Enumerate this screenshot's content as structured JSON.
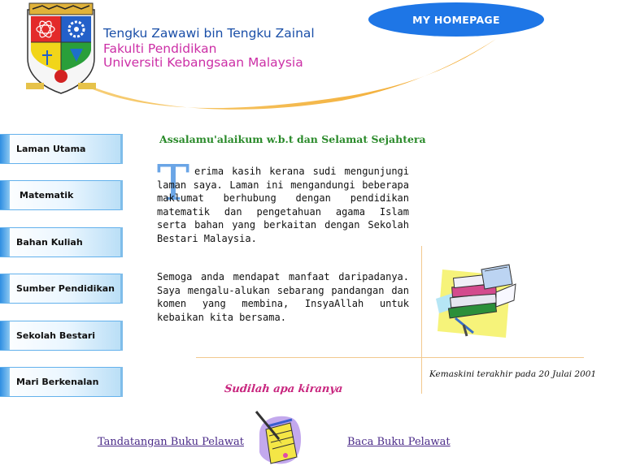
{
  "header": {
    "name": "Tengku Zawawi bin Tengku Zainal",
    "faculty": "Fakulti Pendidikan",
    "university": "Universiti Kebangsaan Malaysia",
    "homepage_button": "MY HOMEPAGE"
  },
  "nav": {
    "items": [
      {
        "label": "Laman Utama"
      },
      {
        "label": "Matematik"
      },
      {
        "label": "Bahan Kuliah"
      },
      {
        "label": "Sumber Pendidikan"
      },
      {
        "label": "Sekolah Bestari"
      },
      {
        "label": "Mari Berkenalan"
      }
    ]
  },
  "main": {
    "greeting": "Assalamu'alaikum w.b.t dan Selamat Sejahtera",
    "dropcap": "T",
    "paragraph1": "erima kasih kerana sudi mengunjungi laman saya. Laman ini mengandungi beberapa maklumat berhubung dengan pendidikan matematik dan pengetahuan agama Islam serta bahan yang berkaitan dengan Sekolah Bestari Malaysia.",
    "paragraph2": "Semoga anda mendapat manfaat daripadanya.  Saya mengalu-alukan sebarang pandangan dan komen yang membina, InsyaAllah untuk kebaikan kita bersama.",
    "last_updated": "Kemaskini terakhir pada 20 Julai 2001",
    "invite": "Sudilah apa kiranya"
  },
  "footer": {
    "sign_guestbook": "Tandatangan Buku Pelawat",
    "read_guestbook": "Baca Buku Pelawat"
  },
  "icons": {
    "crest": "university-crest-icon",
    "books": "books-clipart-icon",
    "guestbook": "notepad-pen-icon"
  },
  "colors": {
    "homepage_pill": "#1e76e6",
    "name_text": "#1a4fa8",
    "faculty_text": "#cc2fa6",
    "greeting": "#2a8a2a",
    "invite": "#c8257e",
    "swoosh": "#f4b13a",
    "nav_border": "#63b1ec"
  }
}
